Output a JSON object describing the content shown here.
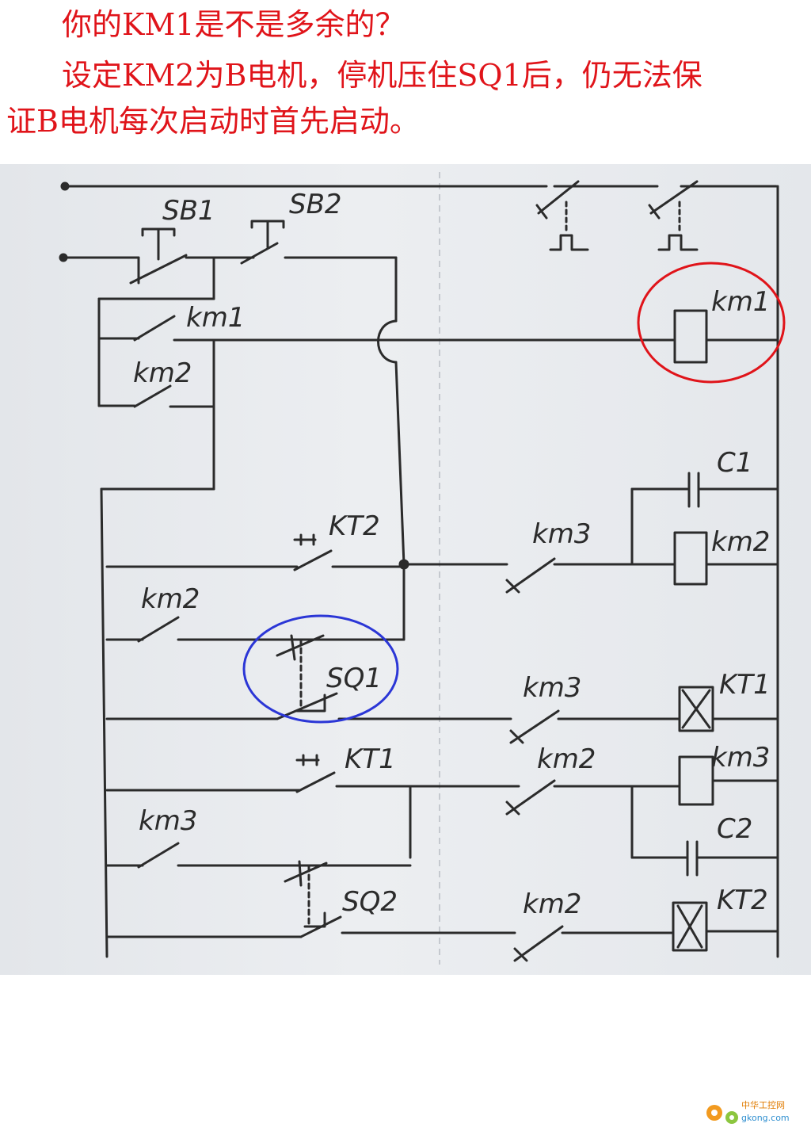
{
  "caption": {
    "line1": "你的KM1是不是多余的？",
    "line2": "设定KM2为B电机，停机压住SQ1后，仍无法保",
    "line3": "证B电机每次启动时首先启动。"
  },
  "labels": {
    "sb1": "SB1",
    "sb2": "SB2",
    "km1_contact": "km1",
    "km2_contact_a": "km2",
    "km1_coil": "km1",
    "c1": "C1",
    "kt2_contact": "KT2",
    "km3_contact_a": "km3",
    "km2_coil": "km2",
    "km2_contact_b": "km2",
    "sq1": "SQ1",
    "km3_contact_b": "km3",
    "kt1_coil": "KT1",
    "kt1_contact": "KT1",
    "km2_contact_c": "km2",
    "km3_coil": "km3",
    "km3_contact_c": "km3",
    "c2": "C2",
    "sq2": "SQ2",
    "km2_contact_d": "km2",
    "kt2_coil": "KT2"
  },
  "watermark": {
    "line1": "中华工控网",
    "line2": "gkong.com"
  },
  "colors": {
    "caption_text": "#e0141a",
    "red_circle": "#e0141a",
    "blue_circle": "#2b36d6",
    "ink": "#2b2b2b"
  }
}
